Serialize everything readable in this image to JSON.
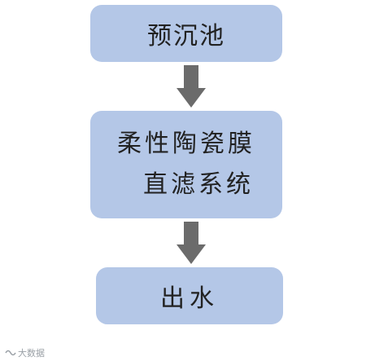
{
  "flow": {
    "step1": "预沉池",
    "step2_line1": "柔性陶瓷膜",
    "step2_line2": "直滤系统",
    "step3": "出水"
  },
  "watermark": {
    "text": "大数据"
  },
  "colors": {
    "box_fill": "#b4c7e7",
    "arrow_fill": "#6b6b6b",
    "text": "#222222"
  }
}
